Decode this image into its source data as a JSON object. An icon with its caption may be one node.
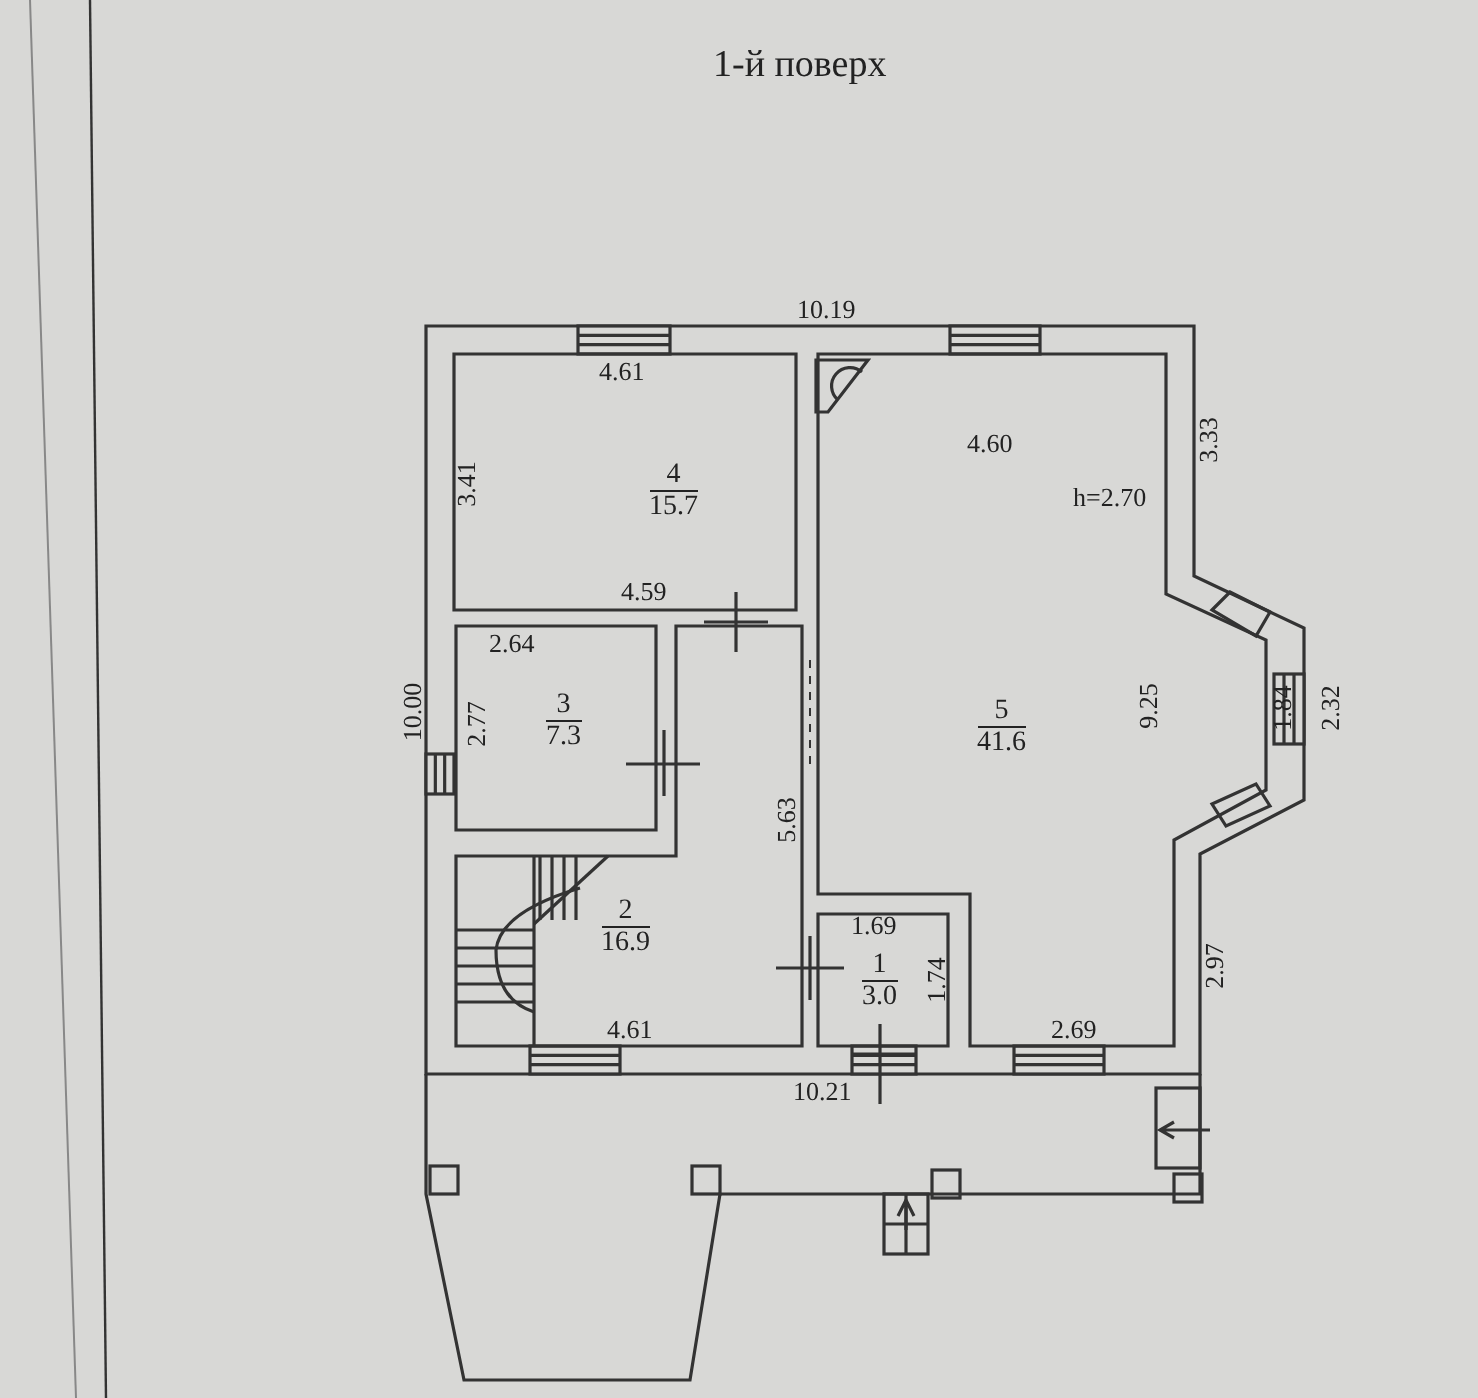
{
  "diagram": {
    "title": "1-й поверх",
    "nodes": [
      {
        "text": [
          "1",
          "3.0"
        ]
      },
      {
        "text": [
          "2",
          "16.9"
        ]
      },
      {
        "text": [
          "3",
          "7.3"
        ]
      },
      {
        "text": [
          "4",
          "15.7"
        ]
      },
      {
        "text": [
          "5",
          "41.6"
        ]
      }
    ],
    "edges": [],
    "labels": [
      "10.19",
      "4.61",
      "3.41",
      "4.60",
      "3.33",
      "h=2.70",
      "4.59",
      "2.64",
      "10.00",
      "2.77",
      "9.25",
      "1.84",
      "2.32",
      "5.63",
      "1.69",
      "1.74",
      "2.97",
      "4.61",
      "2.69",
      "10.21"
    ]
  }
}
